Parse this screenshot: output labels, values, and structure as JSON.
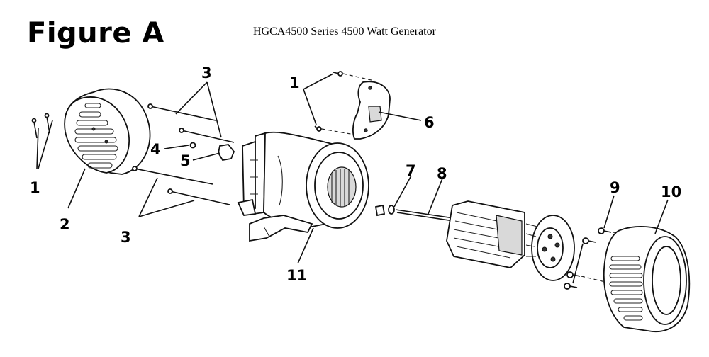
{
  "header": {
    "figure_label": "Figure A",
    "model_title": "HGCA4500 Series 4500 Watt Generator"
  },
  "callouts": {
    "c1_left": "1",
    "c2": "2",
    "c3_top": "3",
    "c3_bottom": "3",
    "c4": "4",
    "c5": "5",
    "c1_top": "1",
    "c6": "6",
    "c7": "7",
    "c8": "8",
    "c9": "9",
    "c10": "10",
    "c11": "11"
  },
  "colors": {
    "ink": "#111111",
    "background": "#ffffff"
  }
}
